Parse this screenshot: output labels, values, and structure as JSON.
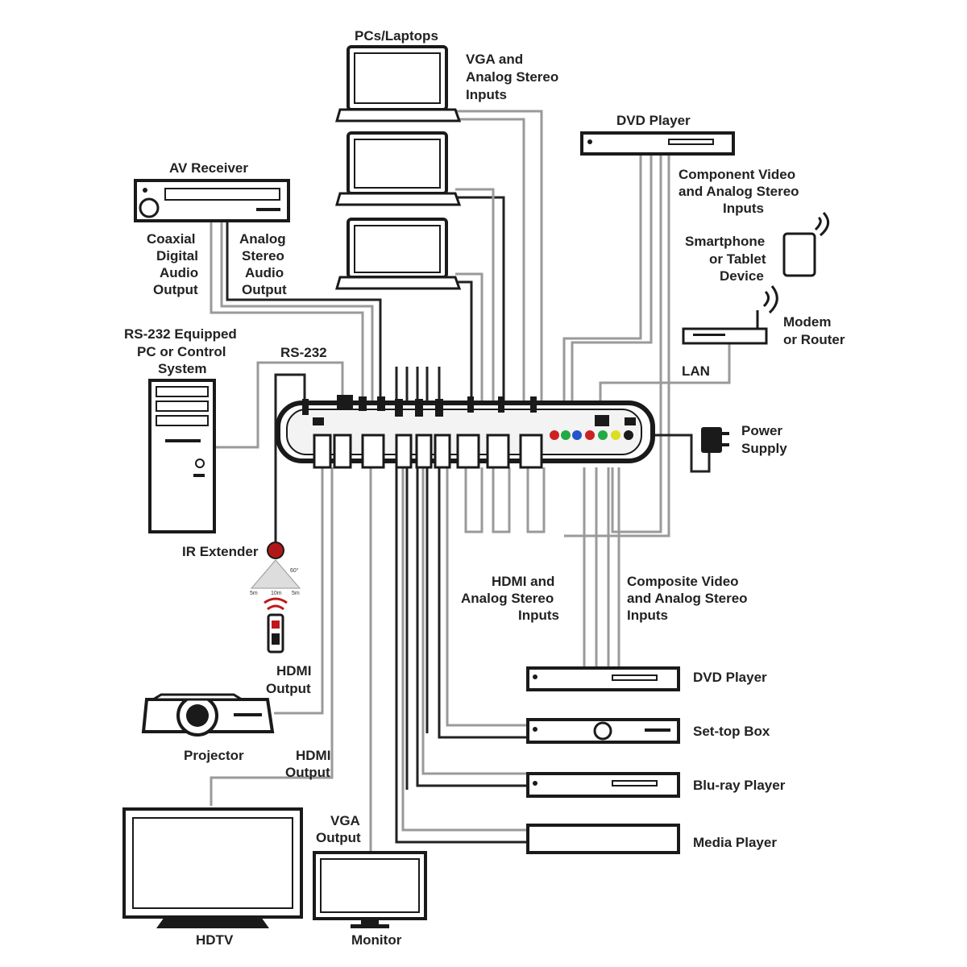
{
  "labels": {
    "pcs_laptops": "PCs/Laptops",
    "vga_inputs": [
      "VGA and",
      "Analog Stereo",
      "Inputs"
    ],
    "dvd_player_top": "DVD Player",
    "component_inputs": [
      "Component Video",
      "and Analog Stereo",
      "Inputs"
    ],
    "av_receiver": "AV Receiver",
    "coaxial": [
      "Coaxial",
      "Digital",
      "Audio",
      "Output"
    ],
    "analog_out": [
      "Analog",
      "Stereo",
      "Audio",
      "Output"
    ],
    "smartphone": [
      "Smartphone",
      "or Tablet",
      "Device"
    ],
    "modem": [
      "Modem",
      "or Router"
    ],
    "lan": "LAN",
    "rs232_pc": [
      "RS-232 Equipped",
      "PC or Control",
      "System"
    ],
    "rs232": "RS-232",
    "power": [
      "Power",
      "Supply"
    ],
    "ir_extender": "IR Extender",
    "ir_angle": "60°",
    "ir_distances": [
      "5m",
      "10m",
      "5m"
    ],
    "hdmi_inputs": [
      "HDMI and",
      "Analog Stereo",
      "Inputs"
    ],
    "composite_inputs": [
      "Composite Video",
      "and Analog Stereo",
      "Inputs"
    ],
    "hdmi_output_1": [
      "HDMI",
      "Output"
    ],
    "projector": "Projector",
    "hdmi_output_2": [
      "HDMI",
      "Output"
    ],
    "dvd_player_bottom": "DVD Player",
    "settop_box": "Set-top Box",
    "bluray": "Blu-ray Player",
    "media_player": "Media Player",
    "vga_output": [
      "VGA",
      "Output"
    ],
    "hdtv": "HDTV",
    "monitor": "Monitor"
  },
  "icons": {
    "laptop": "laptop-icon",
    "dvd": "dvd-player-icon",
    "receiver": "av-receiver-icon",
    "tablet": "tablet-icon",
    "router": "router-icon",
    "pc": "desktop-pc-icon",
    "power": "power-adapter-icon",
    "ir": "ir-extender-icon",
    "projector": "projector-icon",
    "tv": "hdtv-icon",
    "monitor": "monitor-icon",
    "switcher": "presentation-switcher-icon"
  }
}
